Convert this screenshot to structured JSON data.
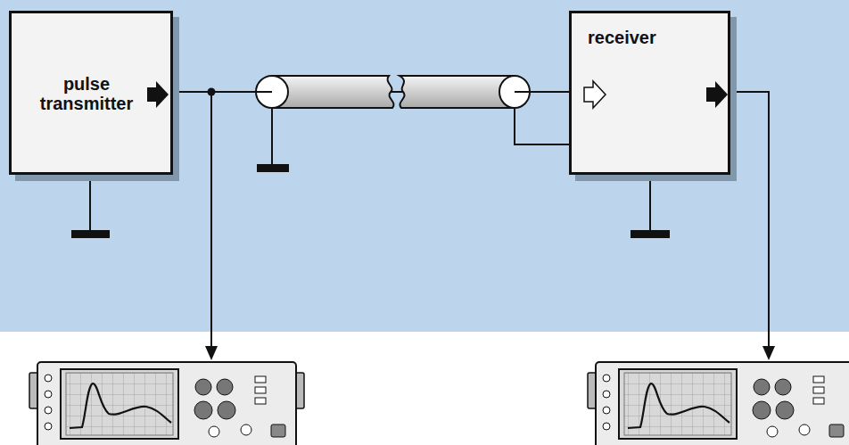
{
  "diagram": {
    "nodes": [
      {
        "text": [
          "pulse transmitter"
        ]
      },
      {
        "text": [
          "receiver"
        ]
      }
    ],
    "edges": [
      {
        "from": 0,
        "to": 1,
        "arrow": "none"
      }
    ]
  }
}
